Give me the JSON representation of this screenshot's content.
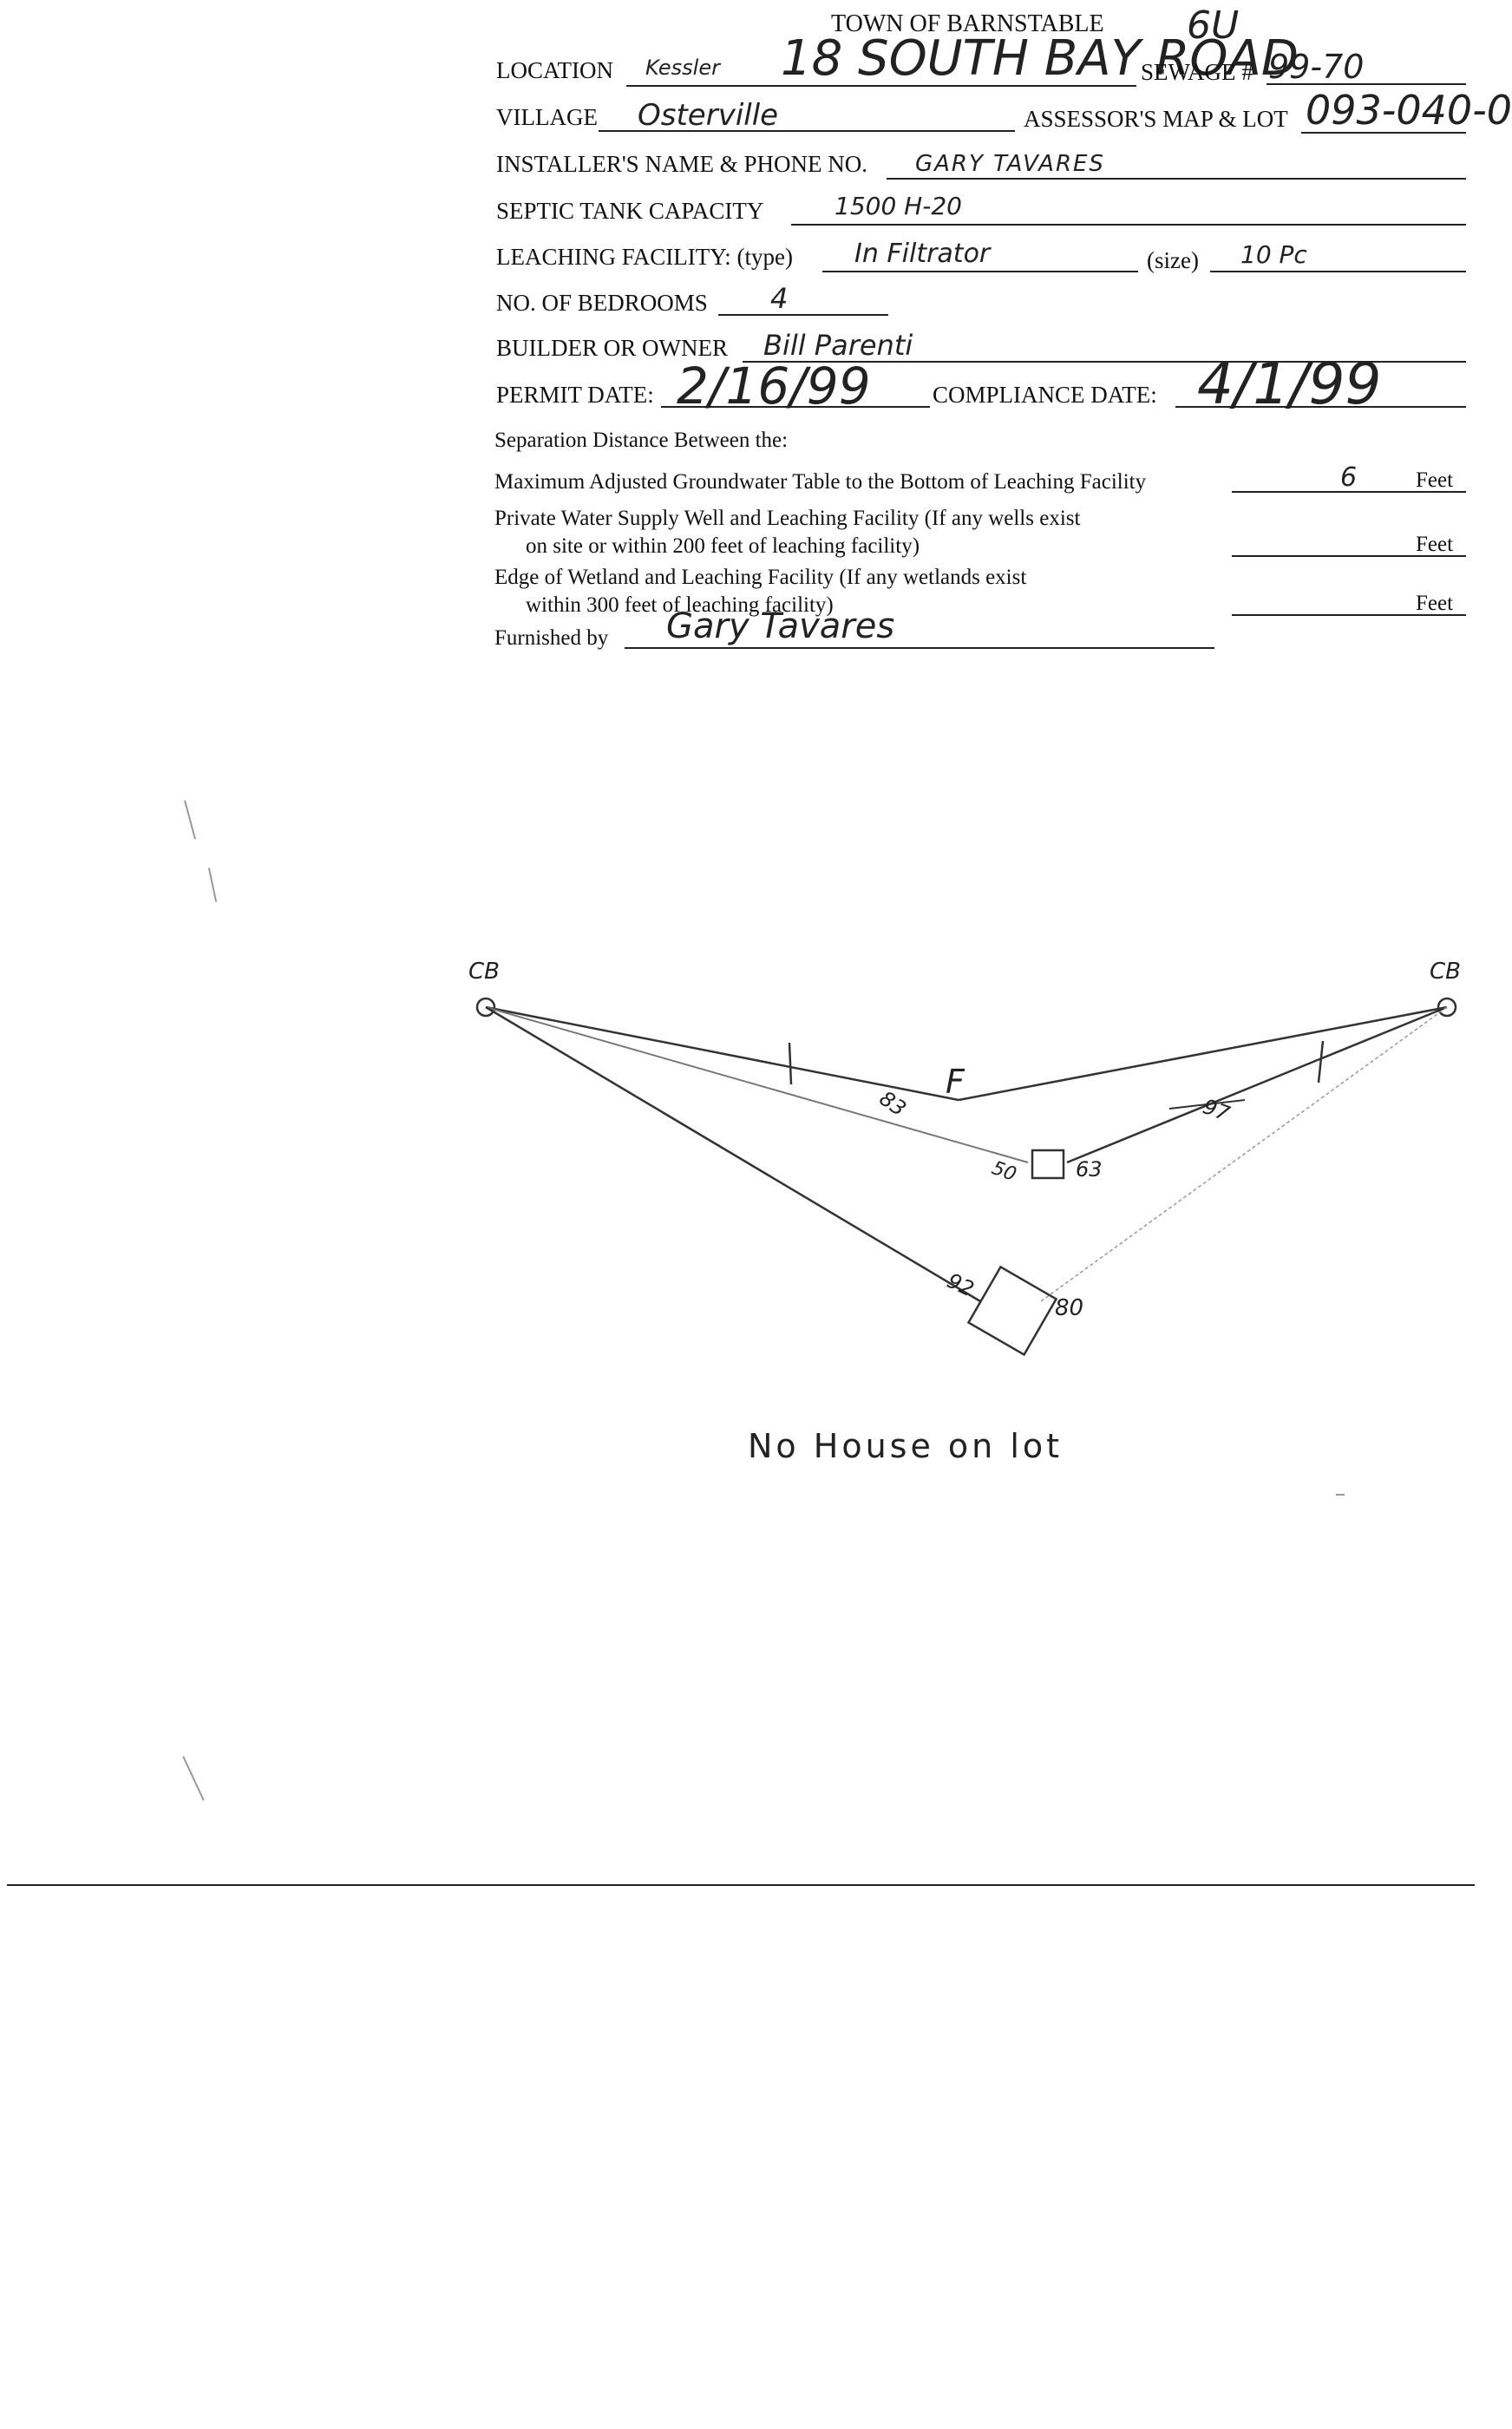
{
  "header": {
    "title": "TOWN OF BARNSTABLE",
    "corner_mark": "6U"
  },
  "form": {
    "location_label": "LOCATION",
    "location_prefix": "Kessler",
    "location_value": "18 SOUTH BAY ROAD",
    "sewage_label": "SEWAGE #",
    "sewage_value": "99-70",
    "village_label": "VILLAGE",
    "village_value": "Osterville",
    "assessor_label": "ASSESSOR'S MAP & LOT",
    "assessor_value": "093-040-0",
    "installer_label": "INSTALLER'S NAME & PHONE NO.",
    "installer_value": "GARY TAVARES",
    "septic_label": "SEPTIC TANK CAPACITY",
    "septic_value": "1500 H-20",
    "leaching_label": "LEACHING FACILITY: (type)",
    "leaching_type_value": "In Filtrator",
    "size_label": "(size)",
    "size_value": "10 Pc",
    "bedrooms_label": "NO. OF BEDROOMS",
    "bedrooms_value": "4",
    "builder_label": "BUILDER OR OWNER",
    "builder_value": "Bill Parenti",
    "permit_label": "PERMIT DATE:",
    "permit_value": "2/16/99",
    "compliance_label": "COMPLIANCE DATE:",
    "compliance_value": "4/1/99",
    "separation_heading": "Separation Distance Between the:",
    "sep1_text": "Maximum Adjusted Groundwater Table to the Bottom of Leaching Facility",
    "sep1_value": "6",
    "sep2_line1": "Private Water Supply Well and Leaching Facility  (If any wells exist",
    "sep2_line2": "on site or within 200 feet of leaching facility)",
    "sep2_value": "",
    "sep3_line1": "Edge of Wetland and Leaching Facility (If any wetlands exist",
    "sep3_line2": "within 300 feet of leaching facility)",
    "sep3_value": "",
    "feet_label": "Feet",
    "furnished_label": "Furnished by",
    "furnished_value": "Gary Tavares"
  },
  "sketch": {
    "cb_left": "CB",
    "cb_right": "CB",
    "f_label": "F",
    "dist_left_f": "83",
    "dist_right_tank": "97",
    "dist_tank_left": "50",
    "dist_tank_right": "63",
    "dist_left_field": "92",
    "dist_right_field": "80",
    "note": "No House on lot"
  }
}
